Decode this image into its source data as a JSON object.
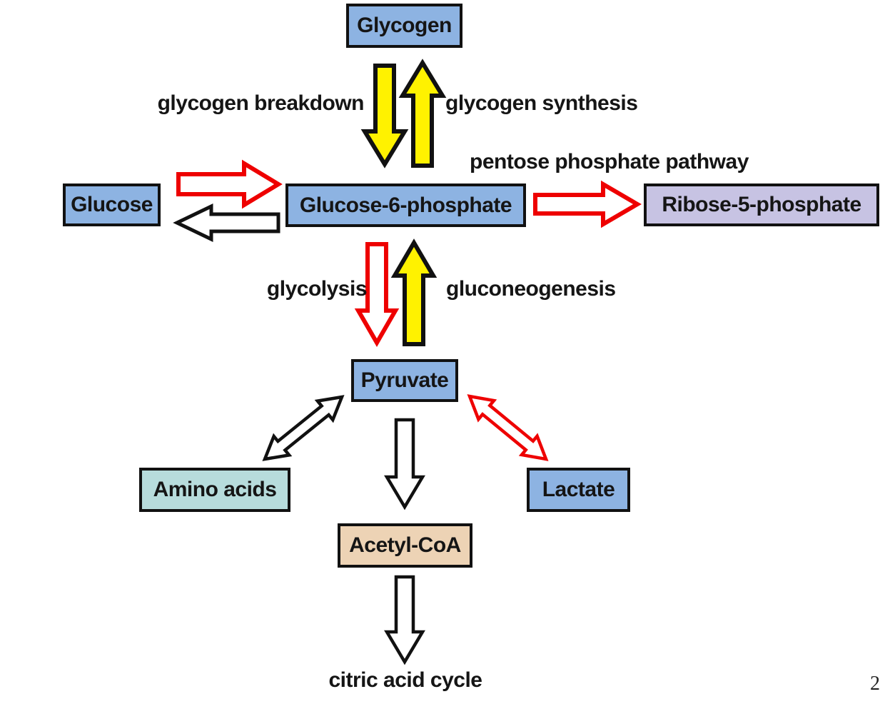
{
  "page": {
    "number": "2",
    "background": "#FFFFFF"
  },
  "colors": {
    "node_blue": "#8DB3E2",
    "node_purple": "#C7C3E3",
    "node_teal": "#B7DCDC",
    "node_tan": "#EDD3B5",
    "arrow_yellow": "#FFF200",
    "arrow_red": "#EE0000",
    "arrow_white": "#FFFFFF",
    "outline_black": "#111111",
    "text": "#151515"
  },
  "nodes": {
    "glycogen": {
      "label": "Glycogen",
      "fill": "#8DB3E2"
    },
    "glucose": {
      "label": "Glucose",
      "fill": "#8DB3E2"
    },
    "g6p": {
      "label": "Glucose-6-phosphate",
      "fill": "#8DB3E2"
    },
    "ribose5p": {
      "label": "Ribose-5-phosphate",
      "fill": "#C7C3E3"
    },
    "pyruvate": {
      "label": "Pyruvate",
      "fill": "#8DB3E2"
    },
    "amino_acids": {
      "label": "Amino acids",
      "fill": "#B7DCDC"
    },
    "lactate": {
      "label": "Lactate",
      "fill": "#8DB3E2"
    },
    "acetyl_coa": {
      "label": "Acetyl-CoA",
      "fill": "#EDD3B5"
    }
  },
  "labels": {
    "glycogen_breakdown": "glycogen breakdown",
    "glycogen_synthesis": "glycogen synthesis",
    "pentose_phosphate_pathway": "pentose phosphate pathway",
    "glycolysis": "glycolysis",
    "gluconeogenesis": "gluconeogenesis",
    "citric_acid_cycle": "citric acid cycle"
  },
  "edges": [
    {
      "from": "Glycogen",
      "to": "Glucose-6-phosphate",
      "label": "glycogen breakdown",
      "style": "yellow-filled-black-outline",
      "direction": "down"
    },
    {
      "from": "Glucose-6-phosphate",
      "to": "Glycogen",
      "label": "glycogen synthesis",
      "style": "yellow-filled-black-outline",
      "direction": "up"
    },
    {
      "from": "Glucose",
      "to": "Glucose-6-phosphate",
      "label": "",
      "style": "white-filled-red-outline",
      "direction": "right"
    },
    {
      "from": "Glucose-6-phosphate",
      "to": "Glucose",
      "label": "",
      "style": "white-filled-black-outline",
      "direction": "left"
    },
    {
      "from": "Glucose-6-phosphate",
      "to": "Ribose-5-phosphate",
      "label": "pentose phosphate pathway",
      "style": "white-filled-red-outline",
      "direction": "right"
    },
    {
      "from": "Glucose-6-phosphate",
      "to": "Pyruvate",
      "label": "glycolysis",
      "style": "white-filled-red-outline",
      "direction": "down"
    },
    {
      "from": "Pyruvate",
      "to": "Glucose-6-phosphate",
      "label": "gluconeogenesis",
      "style": "yellow-filled-black-outline",
      "direction": "up"
    },
    {
      "from": "Pyruvate",
      "to": "Amino acids",
      "label": "",
      "style": "white-filled-black-outline",
      "direction": "both"
    },
    {
      "from": "Pyruvate",
      "to": "Lactate",
      "label": "",
      "style": "white-filled-red-outline",
      "direction": "both"
    },
    {
      "from": "Pyruvate",
      "to": "Acetyl-CoA",
      "label": "",
      "style": "white-filled-black-outline",
      "direction": "down"
    },
    {
      "from": "Acetyl-CoA",
      "to": "citric acid cycle",
      "label": "",
      "style": "white-filled-black-outline",
      "direction": "down"
    }
  ]
}
